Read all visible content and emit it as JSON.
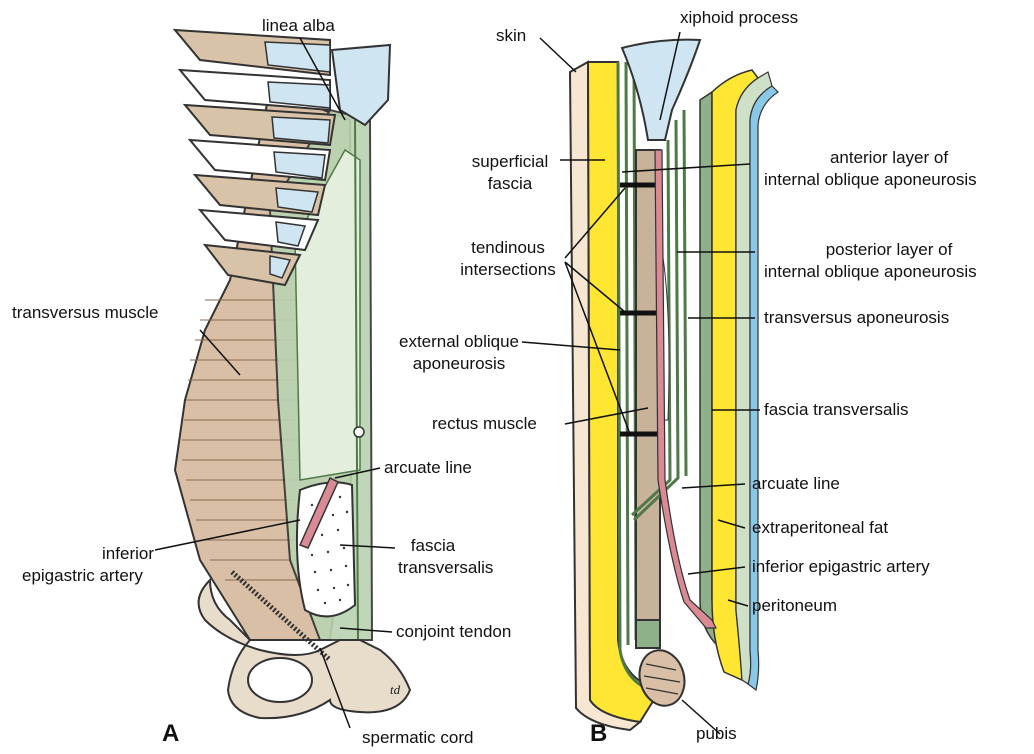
{
  "panels": {
    "a": "A",
    "b": "B"
  },
  "signature": "td",
  "labels_a": {
    "linea_alba": "linea alba",
    "transversus_muscle": "transversus muscle",
    "arcuate_line": "arcuate line",
    "inferior_epigastric_artery": [
      "inferior",
      "epigastric artery"
    ],
    "fascia_transversalis": [
      "fascia",
      "transversalis"
    ],
    "conjoint_tendon": "conjoint tendon",
    "spermatic_cord": "spermatic cord"
  },
  "labels_b": {
    "skin": "skin",
    "xiphoid_process": "xiphoid process",
    "superficial_fascia": [
      "superficial",
      "fascia"
    ],
    "anterior_layer": [
      "anterior layer of",
      "internal oblique aponeurosis"
    ],
    "tendinous_intersections": [
      "tendinous",
      "intersections"
    ],
    "posterior_layer": [
      "posterior layer of",
      "internal oblique aponeurosis"
    ],
    "transversus_aponeurosis": "transversus aponeurosis",
    "external_oblique_aponeurosis": [
      "external oblique",
      "aponeurosis"
    ],
    "rectus_muscle": "rectus muscle",
    "fascia_transversalis": "fascia transversalis",
    "arcuate_line": "arcuate line",
    "extraperitoneal_fat": "extraperitoneal fat",
    "inferior_epigastric_artery": "inferior epigastric artery",
    "peritoneum": "peritoneum",
    "pubis": "pubis"
  },
  "colors": {
    "muscle": "#d9bfa5",
    "muscle_dark": "#c8a787",
    "bone": "#e8dccb",
    "cartilage": "#cfe6f2",
    "sheath": "#8fb18a",
    "sheath_light": "#e3eedd",
    "fat": "#ffe633",
    "skin": "#f7e6d2",
    "peritoneum": "#8ac8e8",
    "artery": "#d98a95",
    "rectus": "#c9b29a"
  }
}
